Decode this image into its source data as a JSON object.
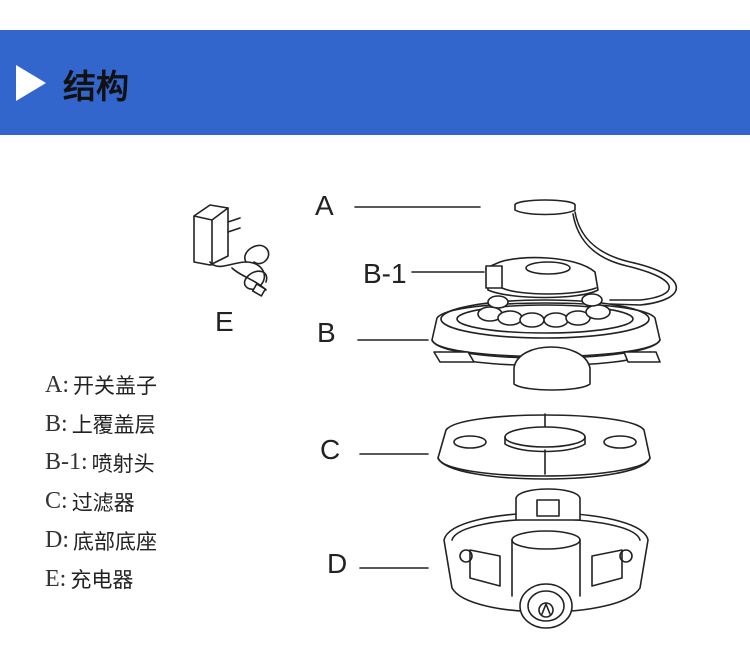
{
  "header": {
    "title": "结构"
  },
  "diagram": {
    "labels": {
      "A": "A",
      "B1": "B-1",
      "B": "B",
      "C": "C",
      "D": "D",
      "E": "E"
    }
  },
  "legend": [
    {
      "key": "A:",
      "name": "开关盖子"
    },
    {
      "key": "B:",
      "name": "上覆盖层"
    },
    {
      "key": "B-1:",
      "name": "喷射头"
    },
    {
      "key": "C:",
      "name": "过滤器"
    },
    {
      "key": "D:",
      "name": "底部底座"
    },
    {
      "key": "E:",
      "name": "充电器"
    }
  ]
}
